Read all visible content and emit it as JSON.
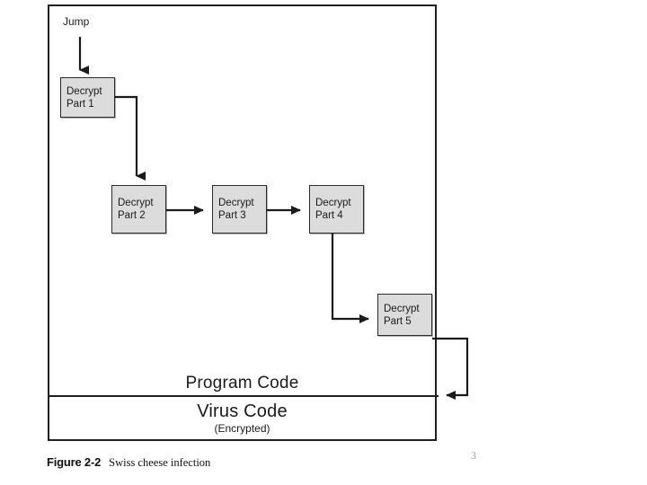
{
  "figure": {
    "caption_number": "Figure 2-2",
    "caption_text": "Swiss cheese infection",
    "page_mark": "3"
  },
  "diagram": {
    "type": "flowchart",
    "entry_label": "Jump",
    "boxes": [
      {
        "id": "part-1",
        "line1": "Decrypt",
        "line2": "Part 1"
      },
      {
        "id": "part-2",
        "line1": "Decrypt",
        "line2": "Part 2"
      },
      {
        "id": "part-3",
        "line1": "Decrypt",
        "line2": "Part 3"
      },
      {
        "id": "part-4",
        "line1": "Decrypt",
        "line2": "Part 4"
      },
      {
        "id": "part-5",
        "line1": "Decrypt",
        "line2": "Part 5"
      }
    ],
    "sections": {
      "program_code": "Program Code",
      "virus_code": "Virus Code",
      "virus_code_note": "(Encrypted)"
    },
    "colors": {
      "box_fill": "#dcdcdc",
      "box_border": "#2b2b2b",
      "line": "#231f20",
      "background": "#ffffff"
    }
  }
}
